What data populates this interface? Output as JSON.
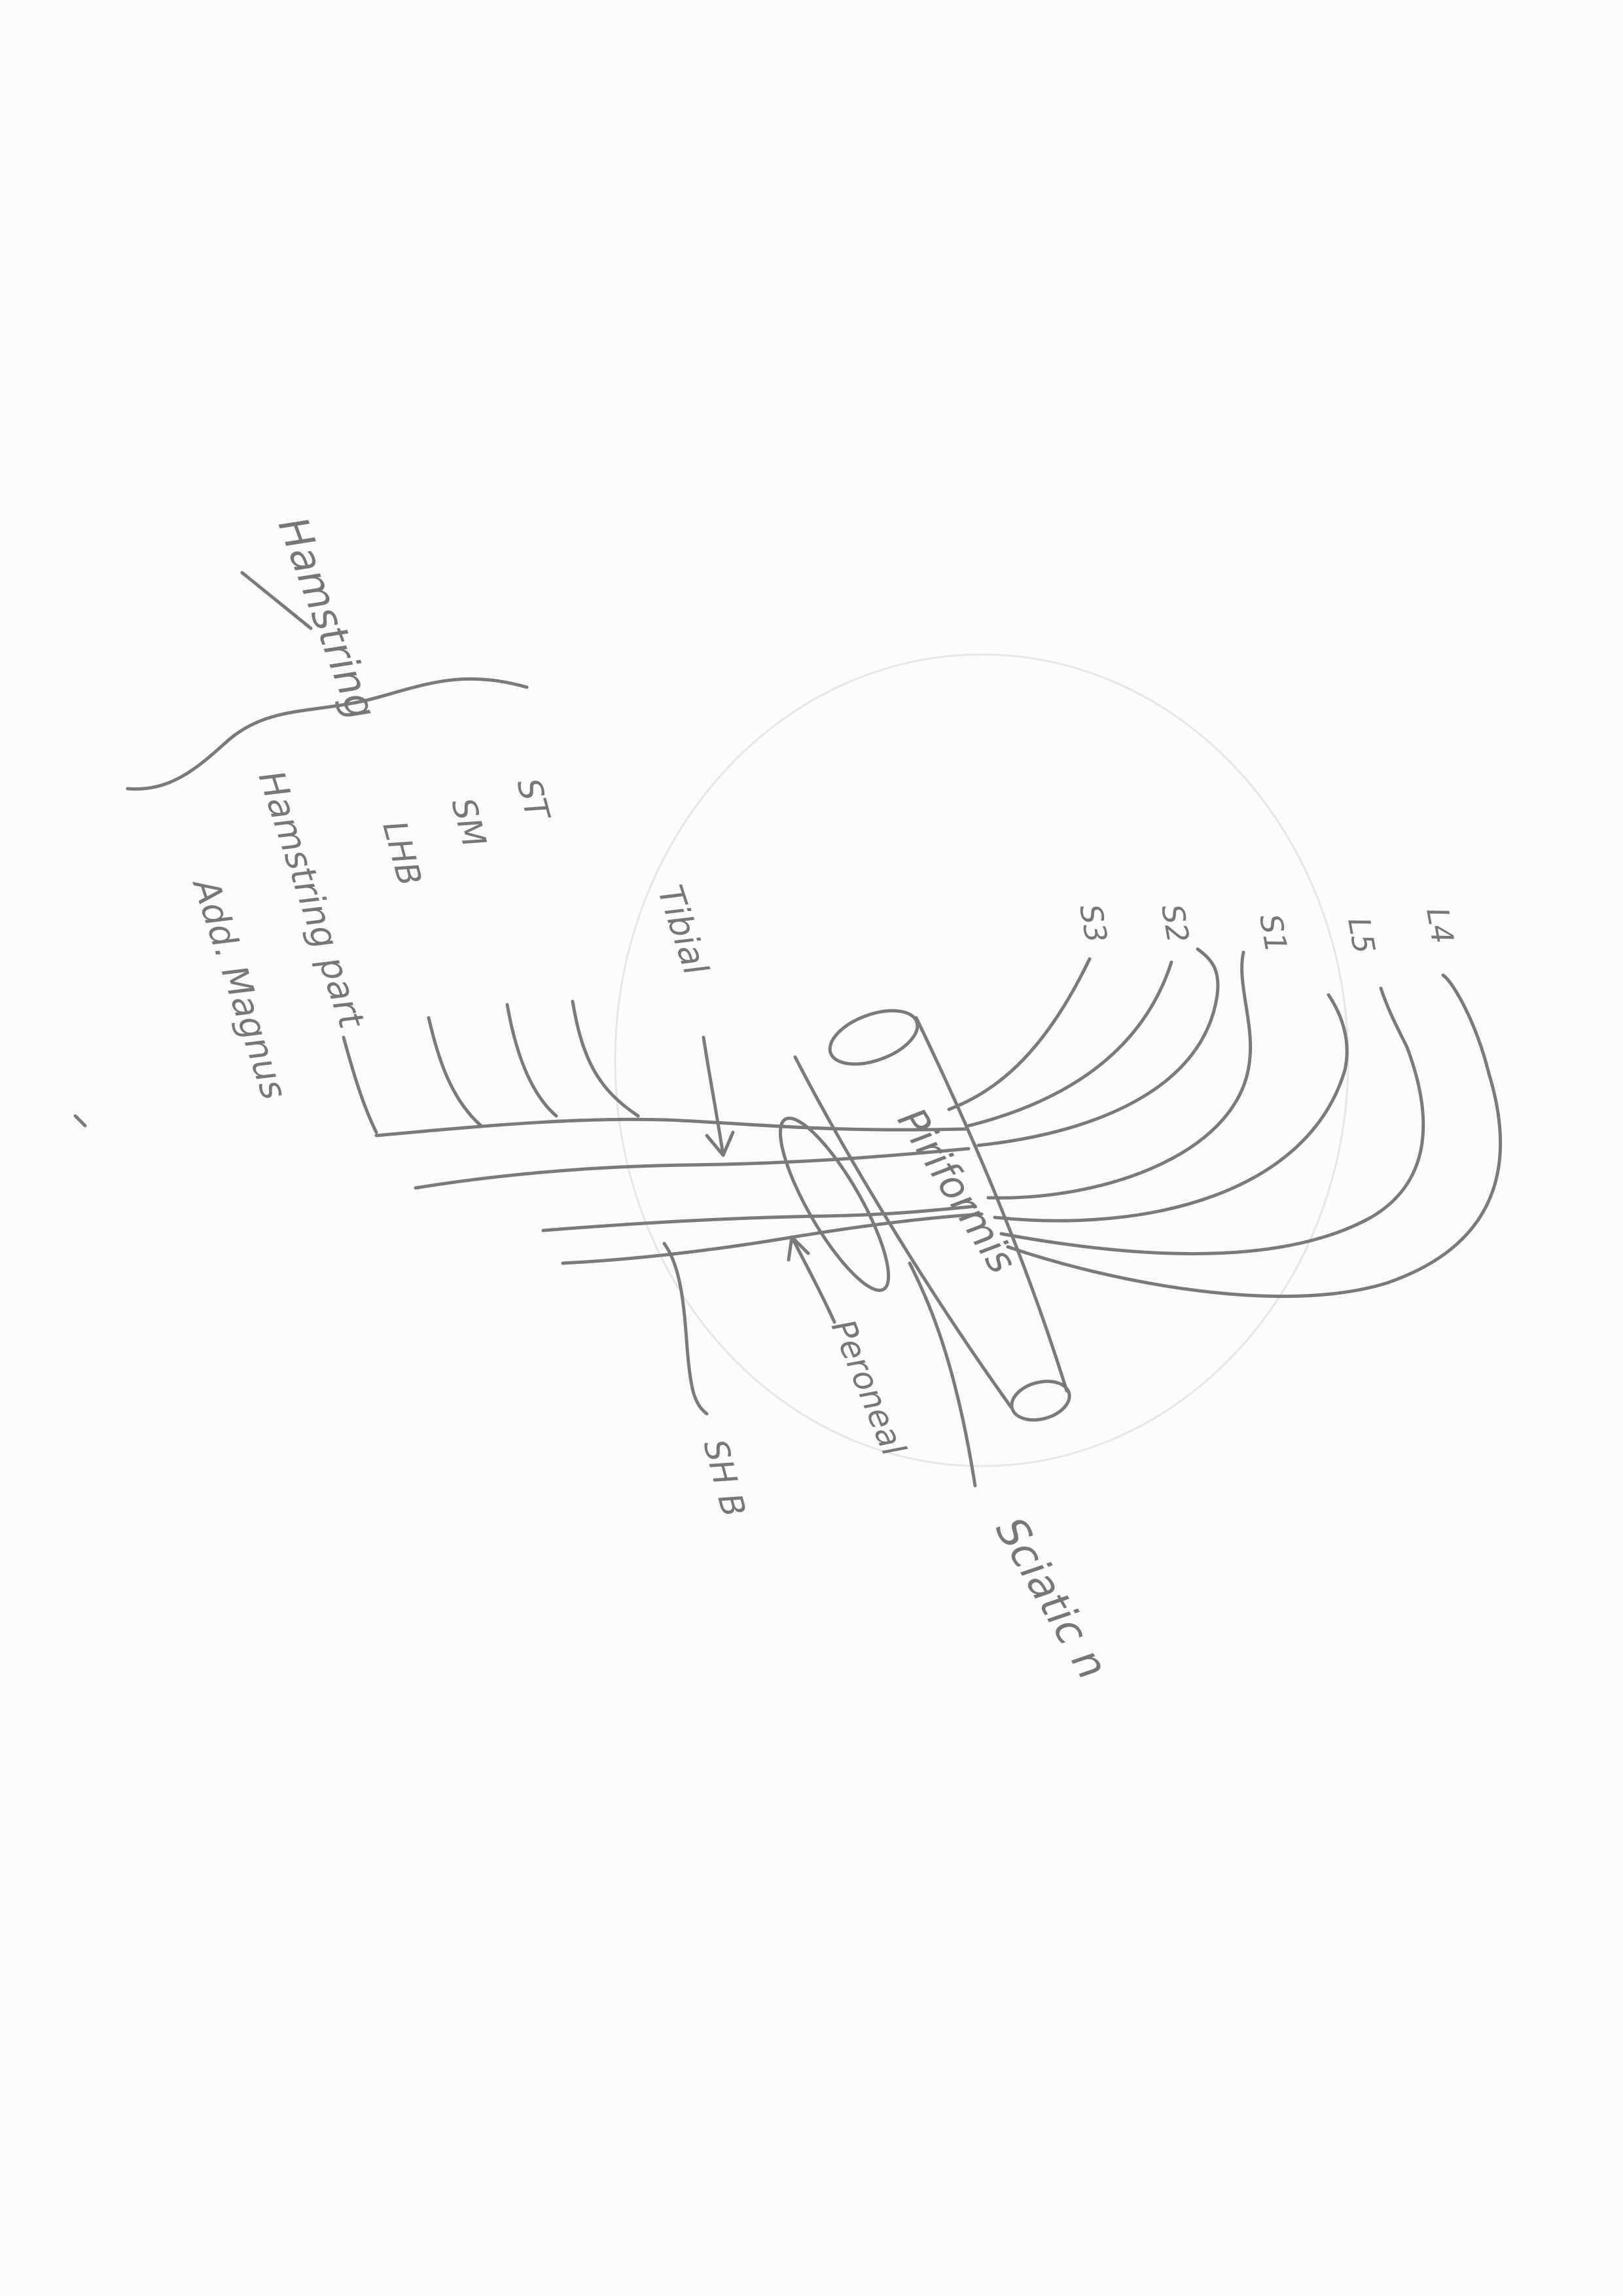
{
  "labels": {
    "hamstring_top": "Hamstring",
    "st": "ST",
    "sm": "SM",
    "lhb": "LHB",
    "hamstring_part": "Hamstring part",
    "add_magnus": "Add. Magnus",
    "tibial": "Tibial",
    "l4": "L4",
    "l5": "L5",
    "s1": "S1",
    "s2": "S2",
    "s3": "S3",
    "piriformis": "Piriformis",
    "peroneal": "Peroneal",
    "shb": "SH B",
    "sciatic": "Sciatic n"
  },
  "colors": {
    "pencil": "#7a7a7a",
    "paper": "#fcfcfc"
  }
}
